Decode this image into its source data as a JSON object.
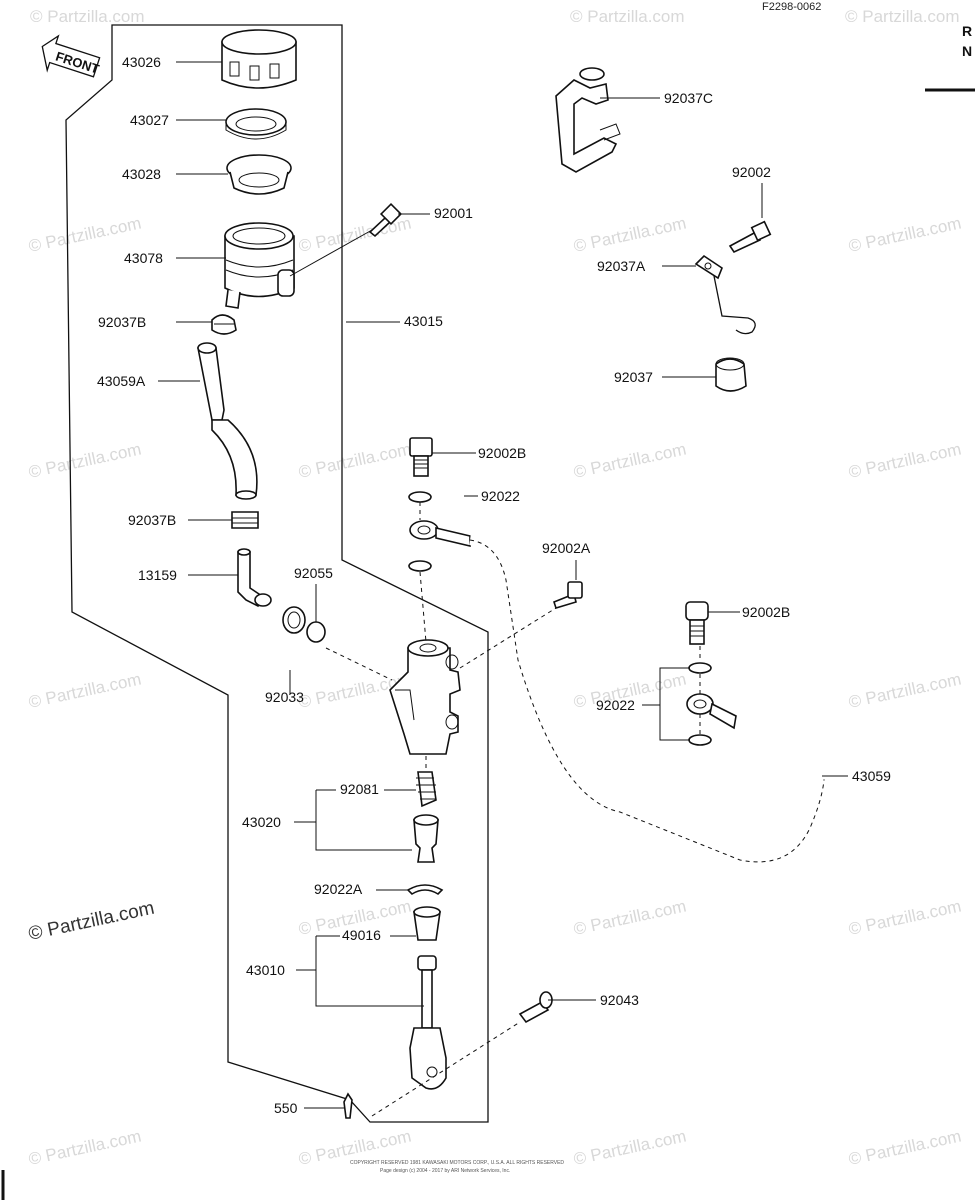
{
  "header": {
    "code": "F2298-0062",
    "corner_letters": [
      "R",
      "N"
    ]
  },
  "front_sign": "FRONT",
  "watermark": "© Partzilla.com",
  "labels": {
    "p43026": "43026",
    "p43027": "43027",
    "p43028": "43028",
    "p43078": "43078",
    "p92001": "92001",
    "p92037b1": "92037B",
    "p43015": "43015",
    "p43059a": "43059A",
    "p92037b2": "92037B",
    "p13159": "13159",
    "p92055": "92055",
    "p92033": "92033",
    "p92081": "92081",
    "p43020": "43020",
    "p92022a": "92022A",
    "p49016": "49016",
    "p43010": "43010",
    "p550": "550",
    "p92037c": "92037C",
    "p92002": "92002",
    "p92037a": "92037A",
    "p92037": "92037",
    "p92002b1": "92002B",
    "p92022": "92022",
    "p92002a": "92002A",
    "p92002b2": "92002B",
    "p92022b": "92022",
    "p43059": "43059",
    "p92043": "92043"
  },
  "footer": {
    "line1": "COPYRIGHT RESERVED 1981 KAWASAKI MOTORS CORP., U.S.A. ALL RIGHTS RESERVED",
    "line2": "Page design (c) 2004 - 2017 by ARI Network Services, Inc."
  }
}
